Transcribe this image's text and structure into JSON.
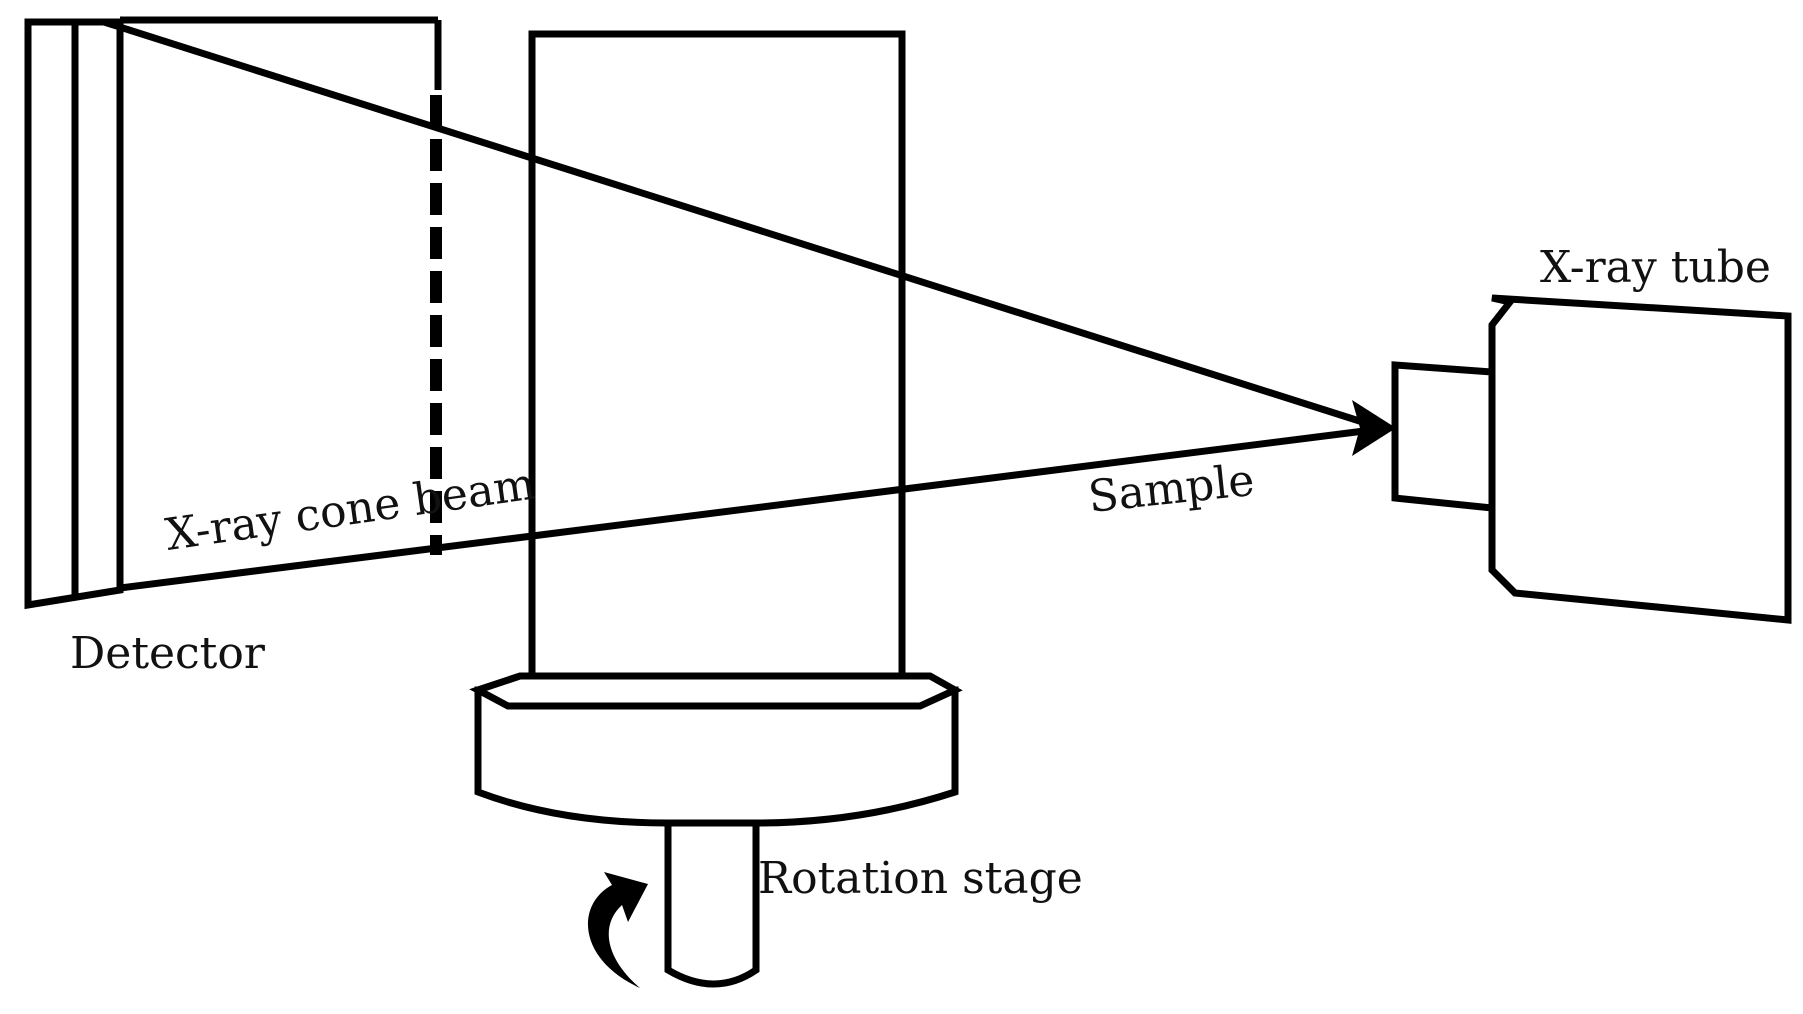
{
  "labels": {
    "x_ray_tube": "X-ray tube",
    "sample": "Sample",
    "cone_beam": "X-ray cone beam",
    "detector": "Detector",
    "rotation_stage": "Rotation stage"
  },
  "colors": {
    "line": "#000000",
    "background": "#ffffff"
  }
}
